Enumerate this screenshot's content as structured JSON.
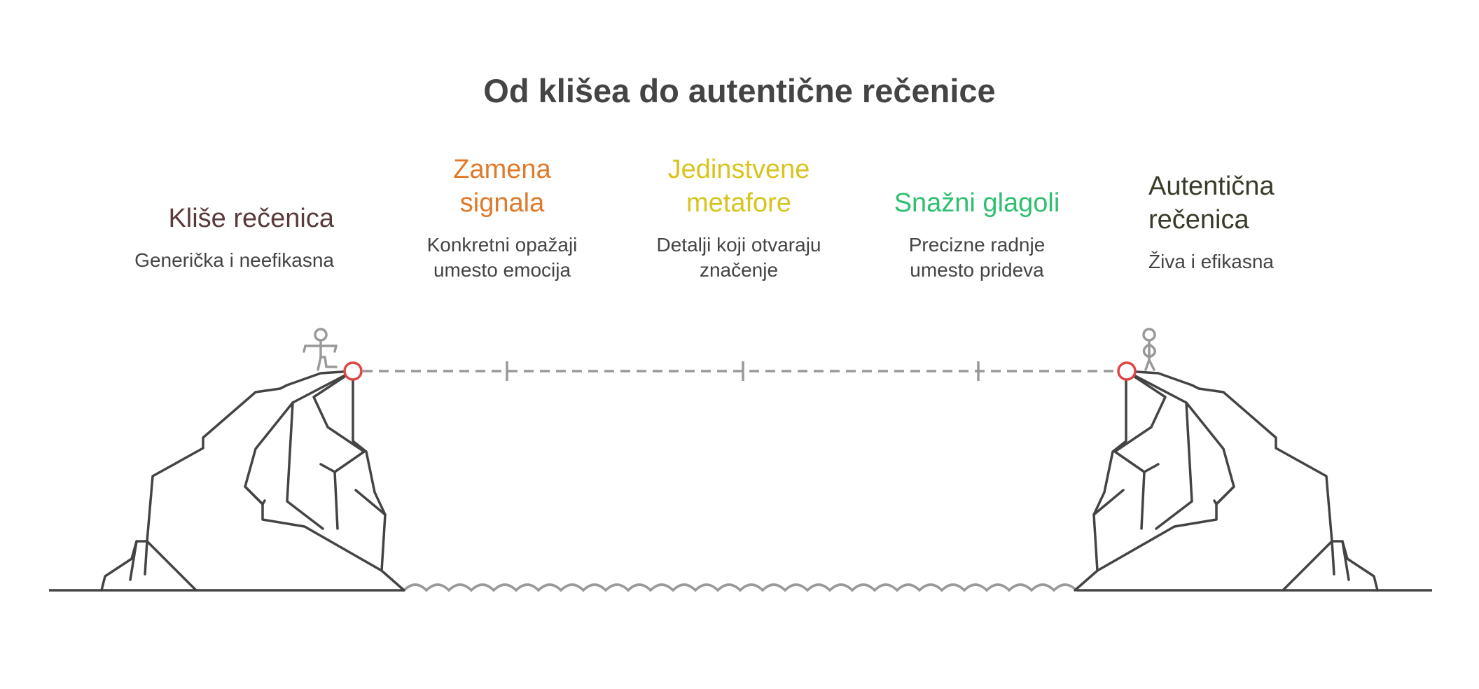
{
  "title": "Od klišea do autentične rečenice",
  "steps": [
    {
      "heading": "Kliše rečenica",
      "desc": "Generička i neefikasna",
      "color": "#5a3a3a"
    },
    {
      "heading": "Zamena signala",
      "desc": "Konkretni opažaji umesto emocija",
      "color": "#e07a2a"
    },
    {
      "heading": "Jedinstvene metafore",
      "desc": "Detalji koji otvaraju značenje",
      "color": "#d8c41e"
    },
    {
      "heading": "Snažni glagoli",
      "desc": "Precizne radnje umesto prideva",
      "color": "#2fbf71"
    },
    {
      "heading": "Autentična rečenica",
      "desc": "Živa i efikasna",
      "color": "#3a3a2a"
    }
  ],
  "colors": {
    "line": "#444444",
    "dash": "#999999",
    "marker": "#e04545"
  }
}
